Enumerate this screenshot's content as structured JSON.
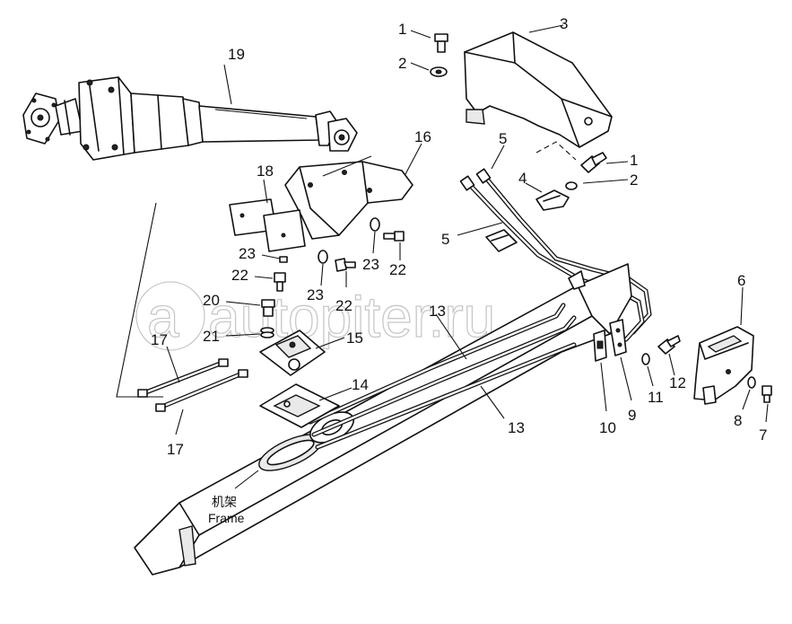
{
  "callouts": {
    "c1a": "1",
    "c2a": "2",
    "c3": "3",
    "c5a": "5",
    "c4": "4",
    "c1b": "1",
    "c2b": "2",
    "c5b": "5",
    "c19": "19",
    "c16": "16",
    "c18": "18",
    "c23a": "23",
    "c22a": "22",
    "c23b": "23",
    "c22b": "22",
    "c23c": "23",
    "c22c": "22",
    "c20": "20",
    "c21": "21",
    "c15": "15",
    "c17a": "17",
    "c17b": "17",
    "c14": "14",
    "c13a": "13",
    "c13b": "13",
    "c6": "6",
    "c12": "12",
    "c11": "11",
    "c9": "9",
    "c10": "10",
    "c8": "8",
    "c7": "7"
  },
  "frame_label": {
    "chinese": "机架",
    "english": "Frame"
  },
  "watermark": {
    "text": "autopiter.ru"
  }
}
